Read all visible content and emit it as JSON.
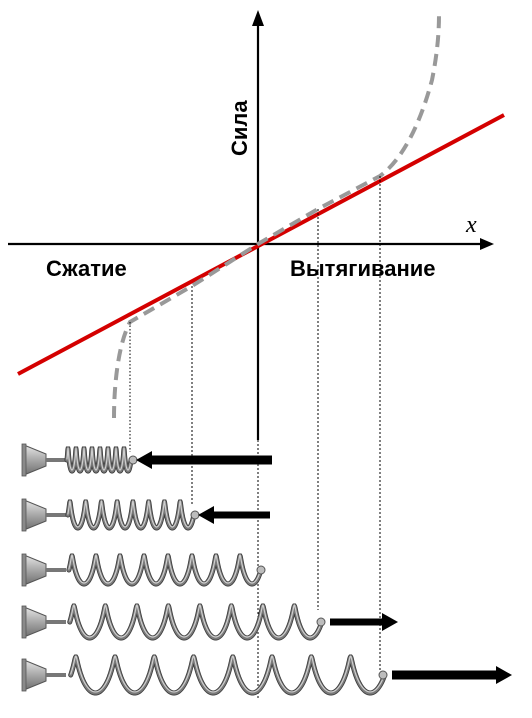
{
  "axes": {
    "y_label": "Сила",
    "x_label": "x"
  },
  "regions": {
    "compression_label": "Сжатие",
    "extension_label": "Вытягивание"
  },
  "colors": {
    "hooke_line": "#d40000",
    "real_curve": "#999999",
    "axis": "#000000",
    "spring": "#7a7a7a",
    "mount": "#9a9a9a",
    "force_arrow": "#000000"
  },
  "springs": [
    {
      "state": "strong-compression",
      "force": -1.0
    },
    {
      "state": "compression",
      "force": -0.55
    },
    {
      "state": "rest",
      "force": 0
    },
    {
      "state": "extension",
      "force": 0.55
    },
    {
      "state": "strong-extension",
      "force": 1.0
    }
  ]
}
